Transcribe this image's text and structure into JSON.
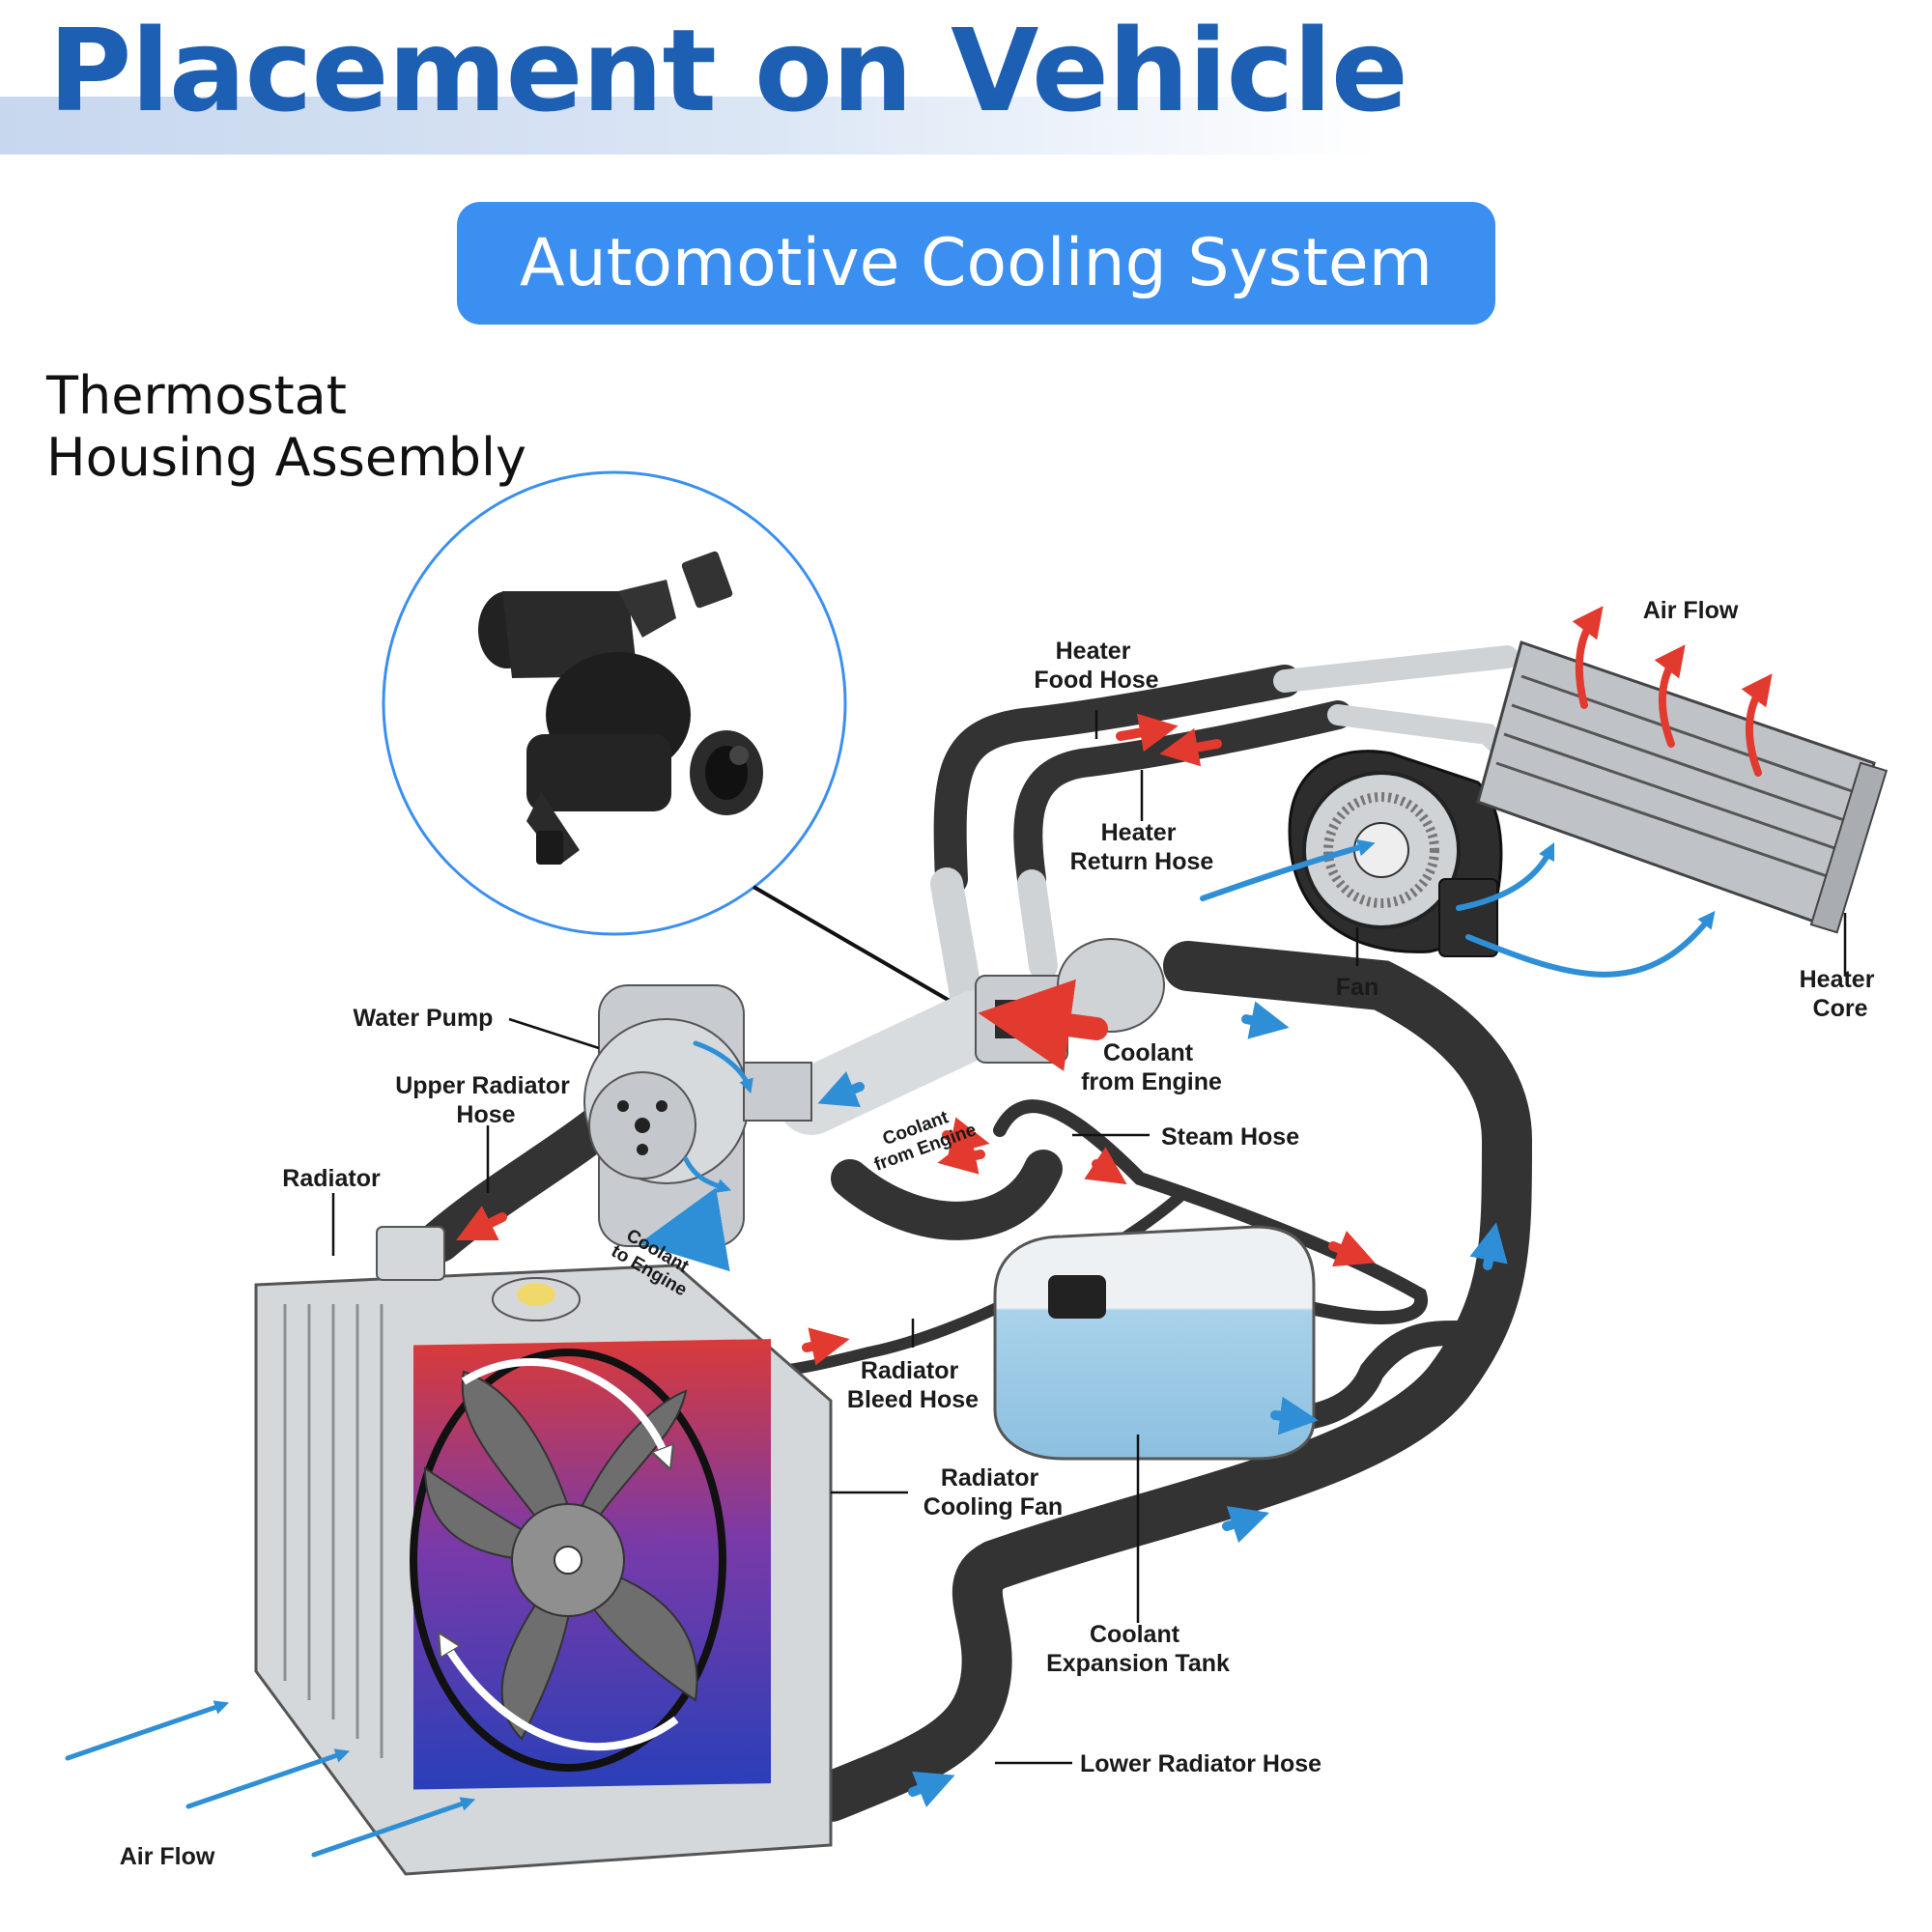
{
  "header": {
    "title": "Placement on Vehicle",
    "subtitle": "Automotive Cooling System"
  },
  "callout": {
    "line1": "Thermostat",
    "line2": "Housing Assembly"
  },
  "labels": {
    "heater_food_hose": [
      "Heater",
      "Food Hose"
    ],
    "heater_return_hose": [
      "Heater",
      "Return Hose"
    ],
    "air_flow_top": "Air Flow",
    "fan": "Fan",
    "heater_core": [
      "Heater",
      "Core"
    ],
    "water_pump": "Water Pump",
    "coolant_from_engine": [
      "Coolant",
      "from Engine"
    ],
    "upper_radiator_hose": [
      "Upper Radiator",
      "Hose"
    ],
    "steam_hose": "Steam Hose",
    "radiator": "Radiator",
    "coolant_from_engine_small": [
      "Coolant",
      "from Engine"
    ],
    "coolant_to_engine_small": [
      "Coolant",
      "to Engine"
    ],
    "radiator_bleed_hose": [
      "Radiator",
      "Bleed Hose"
    ],
    "radiator_cooling_fan": [
      "Radiator",
      "Cooling Fan"
    ],
    "coolant_expansion_tank": [
      "Coolant",
      "Expansion Tank"
    ],
    "lower_radiator_hose": "Lower Radiator Hose",
    "air_flow_bottom": "Air Flow"
  },
  "colors": {
    "title": "#1d5fb3",
    "pill": "#3a8ff0",
    "hot_arrow": "#e23a2e",
    "cool_arrow": "#2f8fd6",
    "hose": "#333333",
    "callout_ring": "#3a8ff0"
  }
}
